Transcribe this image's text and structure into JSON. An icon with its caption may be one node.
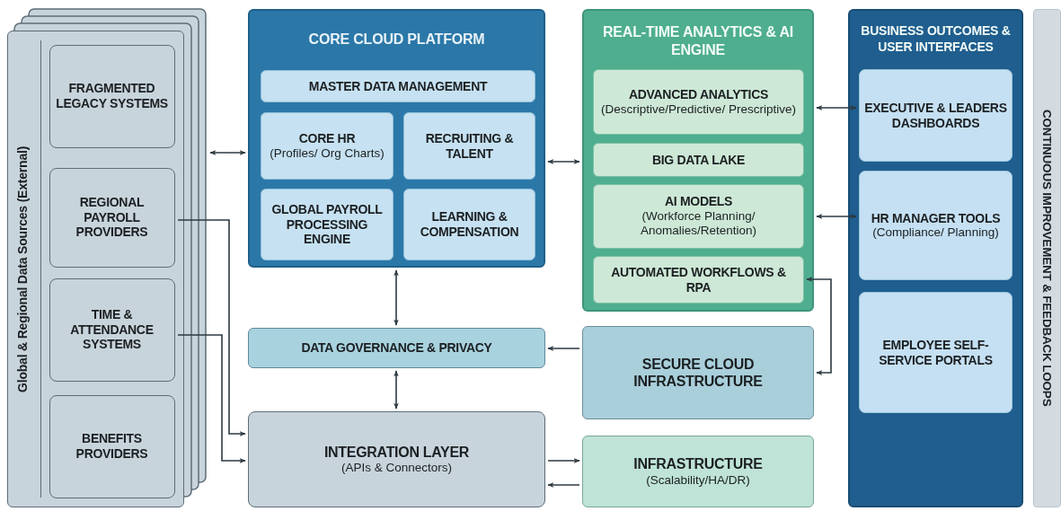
{
  "diagram": {
    "nodes": [
      {
        "text": [
          "Global & Regional Data Sources (External)"
        ]
      },
      {
        "text": [
          "FRAGMENTED LEGACY SYSTEMS"
        ],
        "in": 0
      },
      {
        "text": [
          "REGIONAL PAYROLL PROVIDERS"
        ],
        "in": 0
      },
      {
        "text": [
          "TIME & ATTENDANCE SYSTEMS"
        ],
        "in": 0
      },
      {
        "text": [
          "BENEFITS PROVIDERS"
        ],
        "in": 0
      },
      {
        "text": [
          "CORE CLOUD PLATFORM"
        ]
      },
      {
        "text": [
          "MASTER DATA MANAGEMENT"
        ],
        "in": 5
      },
      {
        "text": [
          "CORE HR",
          "(Profiles/ Org Charts)"
        ],
        "in": 5
      },
      {
        "text": [
          "RECRUITING & TALENT"
        ],
        "in": 5
      },
      {
        "text": [
          "GLOBAL PAYROLL PROCESSING ENGINE"
        ],
        "in": 5
      },
      {
        "text": [
          "LEARNING & COMPENSATION"
        ],
        "in": 5
      },
      {
        "text": [
          "DATA GOVERNANCE & PRIVACY"
        ]
      },
      {
        "text": [
          "INTEGRATION LAYER",
          "(APIs & Connectors)"
        ]
      },
      {
        "text": [
          "REAL-TIME ANALYTICS & AI ENGINE"
        ]
      },
      {
        "text": [
          "ADVANCED ANALYTICS",
          "(Descriptive/Predictive/ Prescriptive)"
        ],
        "in": 13
      },
      {
        "text": [
          "BIG DATA LAKE"
        ],
        "in": 13
      },
      {
        "text": [
          "AI MODELS",
          "(Workforce Planning/ Anomalies/Retention)"
        ],
        "in": 13
      },
      {
        "text": [
          "AUTOMATED WORKFLOWS & RPA"
        ],
        "in": 13
      },
      {
        "text": [
          "SECURE CLOUD INFRASTRUCTURE"
        ]
      },
      {
        "text": [
          "INFRASTRUCTURE",
          "(Scalability/HA/DR)"
        ]
      },
      {
        "text": [
          "BUSINESS OUTCOMES & USER INTERFACES"
        ]
      },
      {
        "text": [
          "EXECUTIVE & LEADERS DASHBOARDS"
        ],
        "in": 20
      },
      {
        "text": [
          "HR MANAGER TOOLS",
          "(Compliance/ Planning)"
        ],
        "in": 20
      },
      {
        "text": [
          "EMPLOYEE SELF-SERVICE PORTALS"
        ],
        "in": 20
      },
      {
        "text": [
          "CONTINUOUS IMPROVEMENT & FEEDBACK LOOPS"
        ]
      }
    ],
    "edges": [
      {
        "from": 0,
        "to": 5,
        "arrow": "both"
      },
      {
        "from": 2,
        "to": 12,
        "arrow": "to"
      },
      {
        "from": 3,
        "to": 12,
        "arrow": "to"
      },
      {
        "from": 5,
        "to": 13,
        "arrow": "both"
      },
      {
        "from": 5,
        "to": 11,
        "arrow": "both"
      },
      {
        "from": 11,
        "to": 12,
        "arrow": "both"
      },
      {
        "from": 18,
        "to": 11,
        "arrow": "to"
      },
      {
        "from": 12,
        "to": 19,
        "arrow": "to"
      },
      {
        "from": 19,
        "to": 12,
        "arrow": "to"
      },
      {
        "from": 13,
        "to": 21,
        "arrow": "both"
      },
      {
        "from": 13,
        "to": 22,
        "arrow": "both"
      },
      {
        "from": 17,
        "to": 18,
        "arrow": "both"
      }
    ]
  }
}
